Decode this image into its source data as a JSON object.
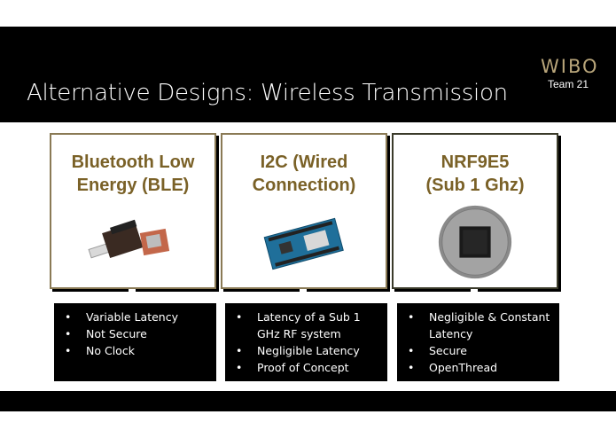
{
  "slide": {
    "title": "Alternative Designs: Wireless Transmission",
    "logo": "WIBO",
    "team": "Team 21",
    "colors": {
      "gold": "#7a6127",
      "logo": "#b8a57a",
      "background": "#000000"
    }
  },
  "options": [
    {
      "title_line1": "Bluetooth Low",
      "title_line2": "Energy (BLE)",
      "bullets": [
        "Variable Latency",
        "Not Secure",
        "No Clock"
      ]
    },
    {
      "title_line1": "I2C (Wired",
      "title_line2": "Connection)",
      "bullets": [
        "Latency of a Sub 1 GHz RF system",
        "Negligible Latency",
        "Proof of Concept"
      ]
    },
    {
      "title_line1": "NRF9E5",
      "title_line2": "(Sub 1 Ghz)",
      "bullets": [
        "Negligible & Constant Latency",
        "Secure",
        "OpenThread"
      ]
    }
  ]
}
